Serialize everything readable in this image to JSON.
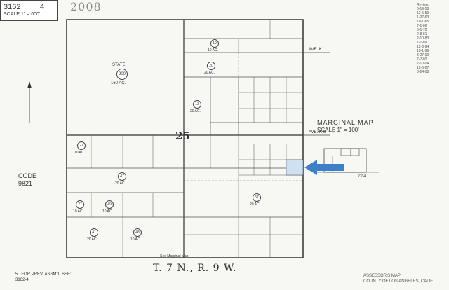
{
  "header": {
    "book": "3162",
    "page": "4",
    "scale": "SCALE 1\" = 600'"
  },
  "year": "2008",
  "code": {
    "label": "CODE",
    "value": "9821"
  },
  "section": "25",
  "township": "T. 7 N., R. 9 W.",
  "marginal": {
    "title": "MARGINAL MAP",
    "scale": "SCALE 1\" = 100'",
    "ref": "2704",
    "note": "See Marginal Map"
  },
  "avenues": {
    "k": "AVE. K",
    "k8": "AVE. K-8"
  },
  "parcels": {
    "state": {
      "label": "STATE",
      "num": "900",
      "acres": "160 AC."
    },
    "p1": {
      "num": "19",
      "acres": "10 AC."
    },
    "p2": {
      "num": "20",
      "acres": "20 AC."
    },
    "p3": {
      "num": "13",
      "acres": "20 AC."
    },
    "p4": {
      "num": "21",
      "acres": "10 AC."
    },
    "p5": {
      "num": "47",
      "acres": "20 AC."
    },
    "p6": {
      "num": "27",
      "acres": "10 AC."
    },
    "p7": {
      "num": "41",
      "acres": "20 AC."
    },
    "p8": {
      "num": "43",
      "acres": "10 AC."
    },
    "p9": {
      "num": "49",
      "acres": "10 AC."
    },
    "p10": {
      "num": "57",
      "acres": "20 AC."
    }
  },
  "footer": {
    "left": "FOR PREV. ASSM'T. SEE:",
    "left_num": "5",
    "left_ref": "3162-4",
    "right1": "ASSESSOR'S MAP",
    "right2": "COUNTY OF LOS ANGELES, CALIF."
  },
  "revised": [
    "Revised",
    "6-19-58",
    "12-5-59",
    "1-27-63",
    "10-1-65",
    "7-1-66",
    "6-1-72",
    "2-8-81",
    "2-10-83",
    "7-1-89",
    "12-8-94",
    "10-1-96",
    "3-27-00",
    "7-7-02",
    "2-10-04",
    "12-5-07",
    "3-24-08"
  ],
  "arrow_color": "#3d7fc9"
}
